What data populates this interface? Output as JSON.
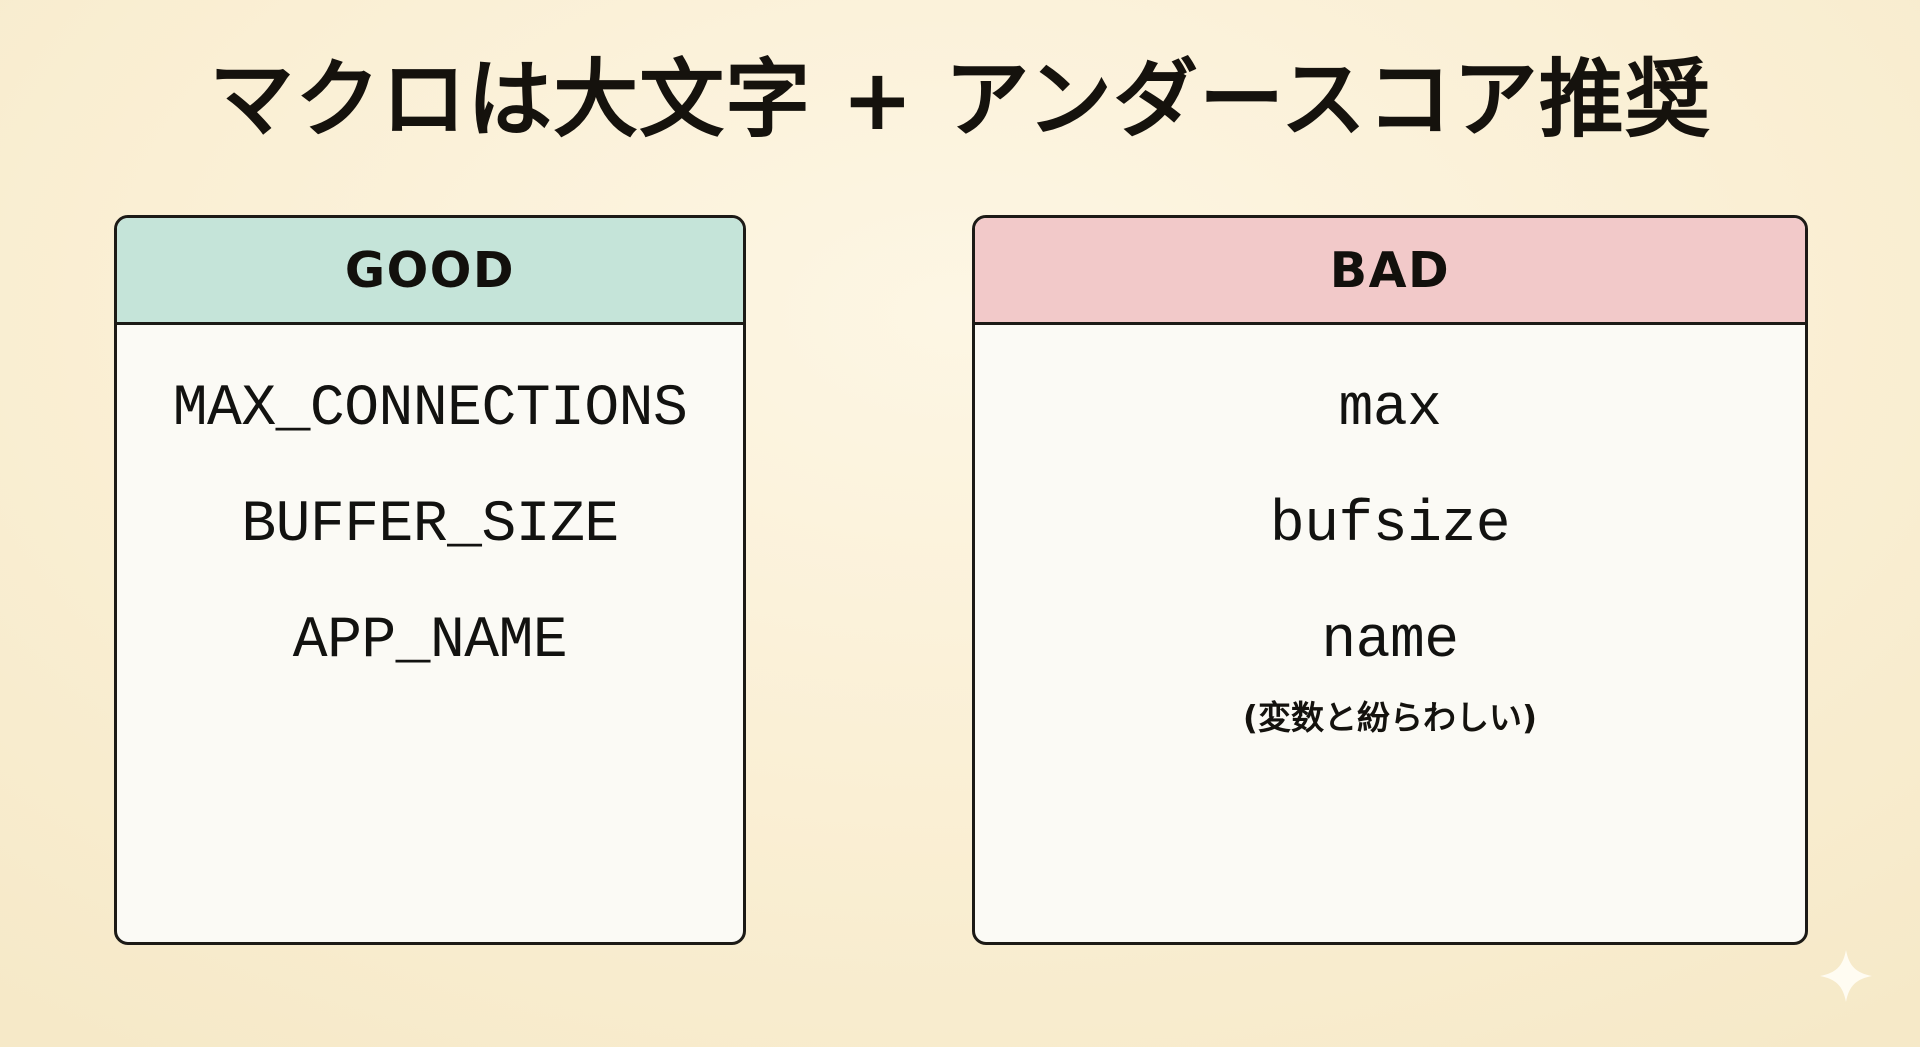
{
  "slide": {
    "title": "マクロは大文字 + アンダースコア推奨",
    "background_color": "#faefd4",
    "decoration": {
      "sparkle": "sparkle-icon"
    }
  },
  "cards": [
    {
      "id": "good",
      "header_label": "GOOD",
      "header_color": "#c5e4d9",
      "body_color": "#fbfaf5",
      "items": [
        {
          "text": "MAX_CONNECTIONS"
        },
        {
          "text": "BUFFER_SIZE"
        },
        {
          "text": "APP_NAME"
        }
      ]
    },
    {
      "id": "bad",
      "header_label": "BAD",
      "header_color": "#f2c9c9",
      "body_color": "#fbfaf5",
      "items": [
        {
          "text": "max"
        },
        {
          "text": "bufsize"
        },
        {
          "text": "name",
          "note": "(変数と紛らわしい)"
        }
      ]
    }
  ]
}
